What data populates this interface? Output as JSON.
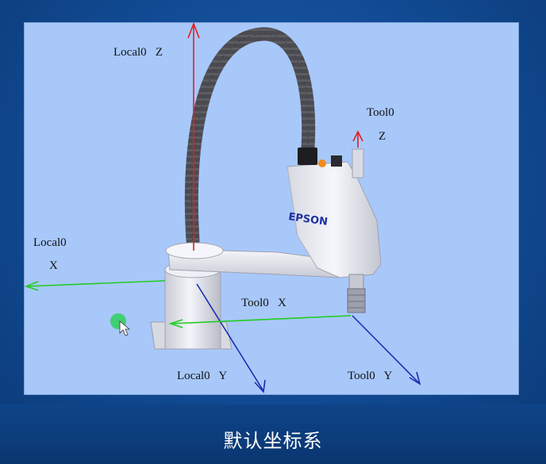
{
  "viewport": {
    "labels": {
      "local_z": "Local0   Z",
      "local_x_name": "Local0",
      "local_x_axis": "X",
      "local_y": "Local0   Y",
      "tool_z_name": "Tool0",
      "tool_z_axis": "Z",
      "tool_x": "Tool0   X",
      "tool_y": "Tool0   Y"
    },
    "robot_brand": "EPSON"
  },
  "caption": "默认坐标系",
  "colors": {
    "viewport_bg": "#a8c8fa",
    "z_axis": "#e02020",
    "x_axis": "#22cc22",
    "y_axis": "#1a2fb0",
    "robot_body": "#e4e6ee",
    "cable": "#4a4a50",
    "brand": "#1b2fa0"
  },
  "icons": {
    "cursor": "mouse-pointer-icon",
    "highlight": "click-highlight-icon"
  }
}
